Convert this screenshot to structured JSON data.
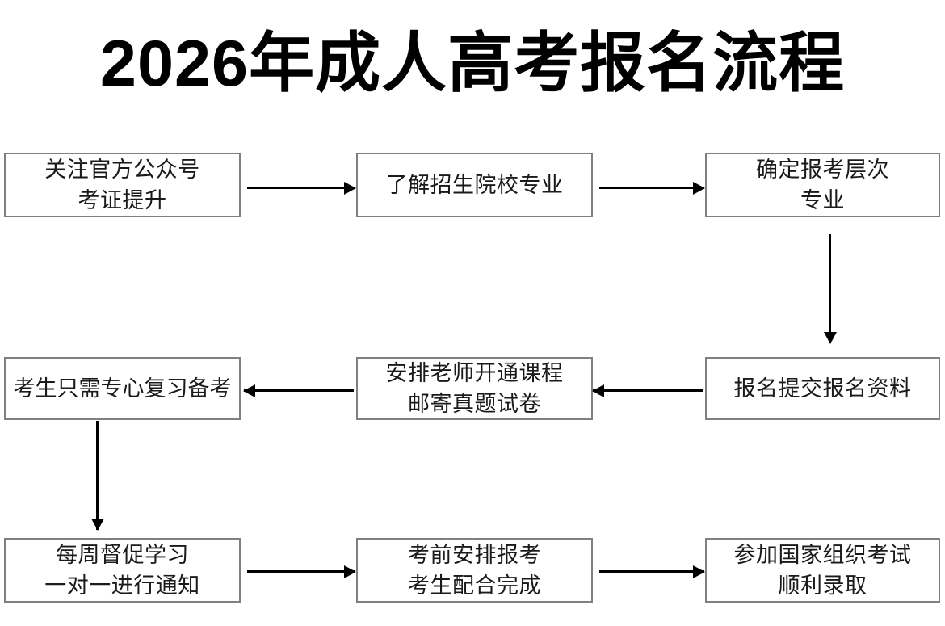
{
  "page": {
    "title": "2026年成人高考报名流程",
    "background_color": "#ffffff",
    "box_border_color": "#808080",
    "box_fill_color": "#ffffff",
    "text_color": "#1a1a1a",
    "arrow_color": "#000000"
  },
  "flowchart": {
    "type": "process-flow",
    "columns": 3,
    "rows": 3,
    "nodes": [
      {
        "id": "n1",
        "row": 1,
        "col": 1,
        "lines": [
          "关注官方公众号",
          "考证提升"
        ],
        "line1": "关注官方公众号",
        "line2": "考证提升"
      },
      {
        "id": "n2",
        "row": 1,
        "col": 2,
        "lines": [
          "了解招生院校专业"
        ],
        "line1": "了解招生院校专业",
        "line2": ""
      },
      {
        "id": "n3",
        "row": 1,
        "col": 3,
        "lines": [
          "确定报考层次",
          "专业"
        ],
        "line1": "确定报考层次",
        "line2": "专业"
      },
      {
        "id": "n4",
        "row": 2,
        "col": 3,
        "lines": [
          "报名提交报名资料"
        ],
        "line1": "报名提交报名资料",
        "line2": ""
      },
      {
        "id": "n5",
        "row": 2,
        "col": 2,
        "lines": [
          "安排老师开通课程",
          "邮寄真题试卷"
        ],
        "line1": "安排老师开通课程",
        "line2": "邮寄真题试卷"
      },
      {
        "id": "n6",
        "row": 2,
        "col": 1,
        "lines": [
          "考生只需专心复习备考"
        ],
        "line1": "考生只需专心复习备考",
        "line2": ""
      },
      {
        "id": "n7",
        "row": 3,
        "col": 1,
        "lines": [
          "每周督促学习",
          "一对一进行通知"
        ],
        "line1": "每周督促学习",
        "line2": "一对一进行通知"
      },
      {
        "id": "n8",
        "row": 3,
        "col": 2,
        "lines": [
          "考前安排报考",
          "考生配合完成"
        ],
        "line1": "考前安排报考",
        "line2": "考生配合完成"
      },
      {
        "id": "n9",
        "row": 3,
        "col": 3,
        "lines": [
          "参加国家组织考试",
          "顺利录取"
        ],
        "line1": "参加国家组织考试",
        "line2": "顺利录取"
      }
    ],
    "connectors": [
      {
        "id": "c1",
        "from": "n1",
        "to": "n2",
        "direction": "right"
      },
      {
        "id": "c2",
        "from": "n2",
        "to": "n3",
        "direction": "right"
      },
      {
        "id": "c3",
        "from": "n3",
        "to": "n4",
        "direction": "down"
      },
      {
        "id": "c4",
        "from": "n4",
        "to": "n5",
        "direction": "left"
      },
      {
        "id": "c5",
        "from": "n5",
        "to": "n6",
        "direction": "left"
      },
      {
        "id": "c6",
        "from": "n6",
        "to": "n7",
        "direction": "down"
      },
      {
        "id": "c7",
        "from": "n7",
        "to": "n8",
        "direction": "right"
      },
      {
        "id": "c8",
        "from": "n8",
        "to": "n9",
        "direction": "right"
      }
    ]
  }
}
